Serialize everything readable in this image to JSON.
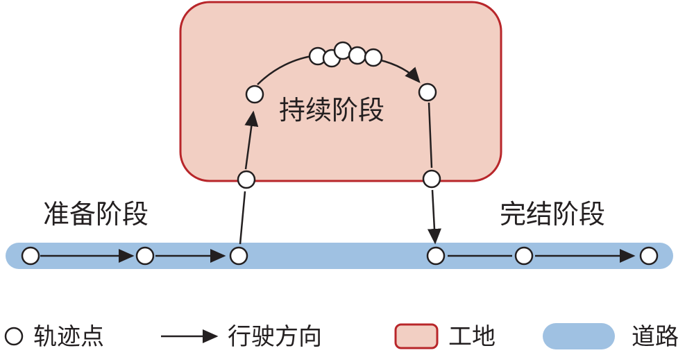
{
  "labels": {
    "prepare": "准备阶段",
    "continue": "持续阶段",
    "complete": "完结阶段"
  },
  "legend": {
    "trajectory_point": "轨迹点",
    "driving_direction": "行驶方向",
    "work_site": "工地",
    "road": "道路"
  },
  "colors": {
    "work_site_fill": "#f2cfc3",
    "work_site_stroke": "#b8262a",
    "road_fill": "#9fc1e2",
    "stroke": "#231f20",
    "point_fill": "#ffffff"
  }
}
